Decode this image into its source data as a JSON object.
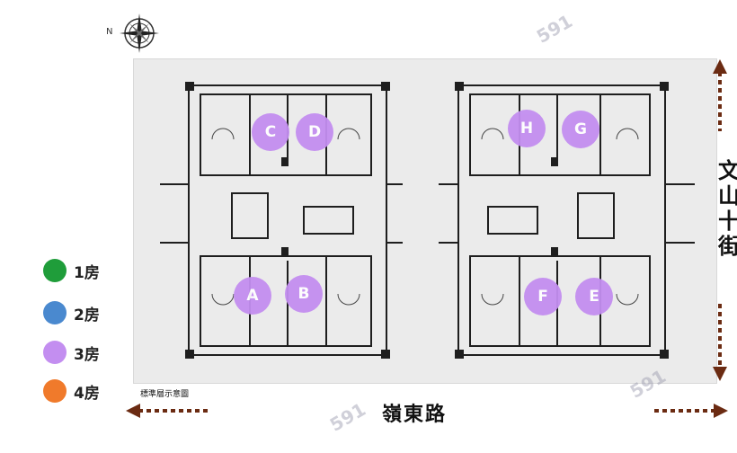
{
  "units": [
    "A",
    "B",
    "C",
    "D",
    "E",
    "F",
    "G",
    "H"
  ],
  "legend": [
    {
      "label": "1房",
      "color": "#1f9d3a"
    },
    {
      "label": "2房",
      "color": "#4a89cf"
    },
    {
      "label": "3房",
      "color": "#c38ef0"
    },
    {
      "label": "4房",
      "color": "#f07a2b"
    }
  ],
  "caption": "標準層示意圖",
  "road_label": "嶺東路",
  "street_label": "文山十街",
  "compass_label": "N",
  "watermark": "591"
}
